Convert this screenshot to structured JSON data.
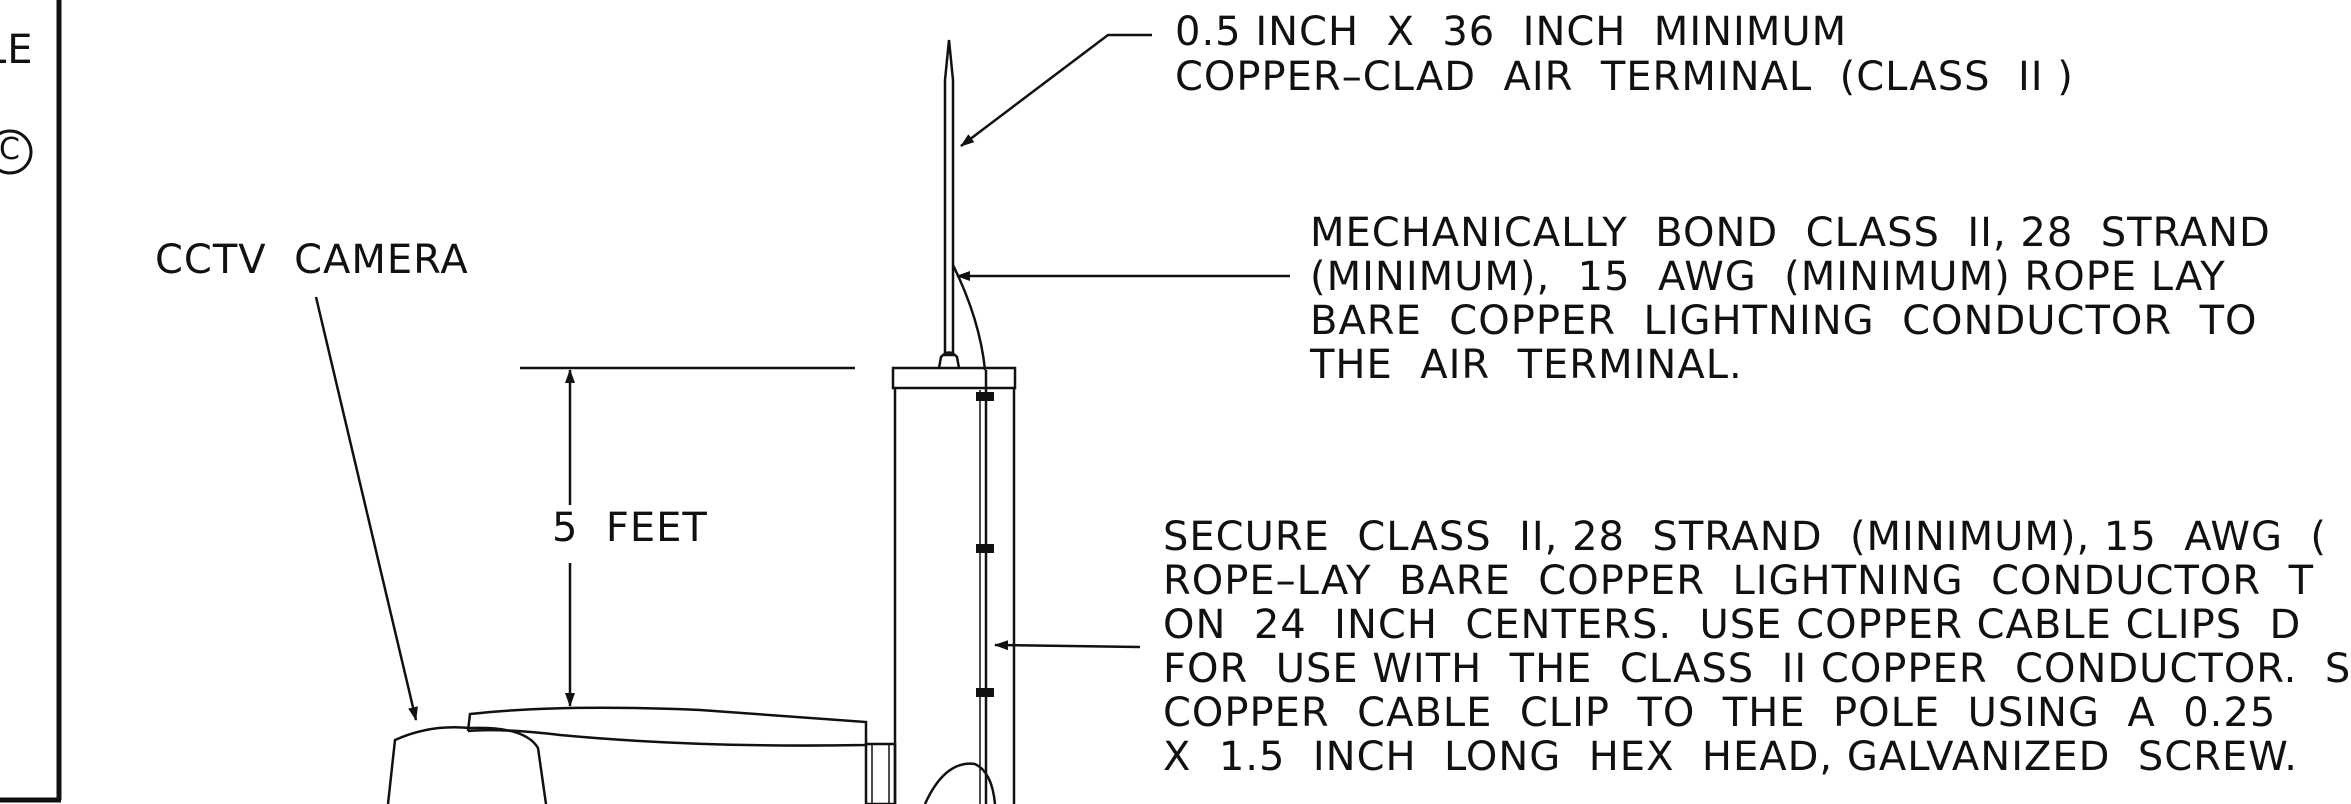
{
  "sheet": {
    "edge_text": "LE",
    "edge_symbol": "C"
  },
  "labels": {
    "air_terminal": [
      "0.5 INCH  X  36  INCH  MINIMUM",
      "COPPER–CLAD  AIR  TERMINAL  (CLASS  II )"
    ],
    "bond_note": [
      "MECHANICALLY  BOND  CLASS  II, 28  STRAND",
      "(MINIMUM),  15  AWG  (MINIMUM) ROPE LAY",
      "BARE  COPPER  LIGHTNING  CONDUCTOR  TO",
      "THE  AIR  TERMINAL."
    ],
    "camera": "CCTV  CAMERA",
    "height": "5  FEET",
    "secure_note": [
      "SECURE  CLASS  II, 28  STRAND  (MINIMUM), 15  AWG  (",
      "ROPE–LAY  BARE  COPPER  LIGHTNING  CONDUCTOR  T",
      "ON  24  INCH  CENTERS.  USE COPPER CABLE CLIPS  D",
      "FOR  USE WITH  THE  CLASS  II COPPER  CONDUCTOR.  S",
      "COPPER  CABLE  CLIP  TO  THE  POLE  USING  A  0.25",
      "X  1.5  INCH  LONG  HEX  HEAD, GALVANIZED  SCREW."
    ]
  },
  "colors": {
    "line": "#111111",
    "background": "#ffffff"
  }
}
